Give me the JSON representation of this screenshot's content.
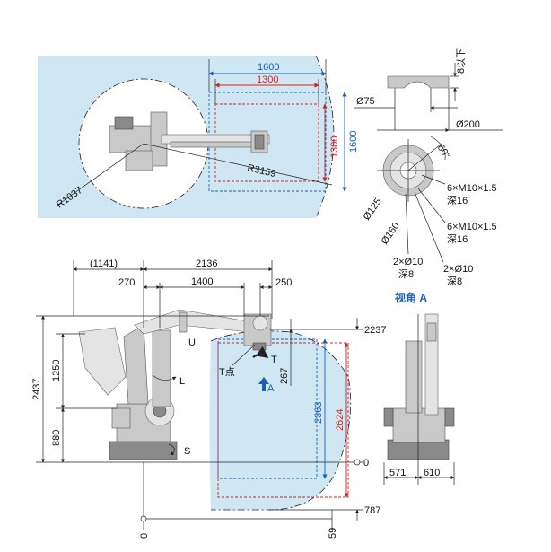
{
  "top_view": {
    "dim_1600_h": "1600",
    "dim_1300_h": "1300",
    "dim_1300_v": "1300",
    "dim_1600_v": "1600",
    "radius_outer": "R3159",
    "radius_inner": "R1037"
  },
  "flange": {
    "dim_8_below": "8以下",
    "dim_d75": "Ø75",
    "dim_d200": "Ø200",
    "dim_angle": "60°",
    "dim_d125": "Ø125",
    "dim_d160": "Ø160",
    "hole_1_line1": "6×M10×1.5",
    "hole_1_line2": "深16",
    "hole_2_line1": "6×M10×1.5",
    "hole_2_line2": "深16",
    "hole_3_line1": "2×Ø10",
    "hole_3_line2": "深8",
    "hole_4_line1": "2×Ø10",
    "hole_4_line2": "深8",
    "view_label": "视角 A"
  },
  "side_view": {
    "dim_1141": "(1141)",
    "dim_2136": "2136",
    "dim_270": "270",
    "dim_1400": "1400",
    "dim_250": "250",
    "dim_2437": "2437",
    "dim_1250": "1250",
    "dim_880": "880",
    "dim_2237": "2237",
    "dim_267": "267",
    "dim_2363": "2363",
    "dim_2624": "2624",
    "dim_0_right": "0",
    "dim_787": "787",
    "dim_0_bottom": "0",
    "dim_59": "59",
    "axis_u": "U",
    "axis_l": "L",
    "axis_s": "S",
    "axis_t": "T",
    "t_point": "T点",
    "view_arrow": "A"
  },
  "front_view": {
    "dim_571": "571",
    "dim_610": "610"
  },
  "colors": {
    "envelope": "#cfe7f3",
    "blue": "#1a5fb4",
    "red": "#d42020",
    "robot": "#c9c9c9"
  }
}
